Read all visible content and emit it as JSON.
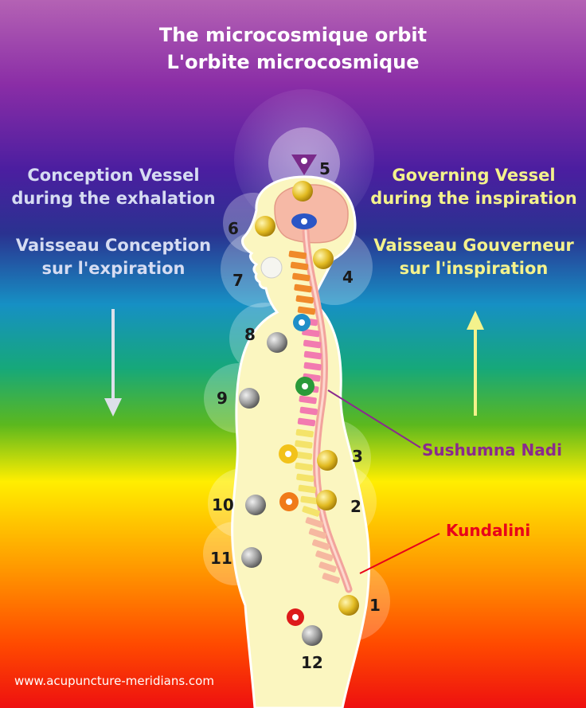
{
  "title": {
    "line1": "The microcosmique orbit",
    "line2": "L'orbite microcosmique"
  },
  "left": {
    "en_line1": "Conception Vessel",
    "en_line2": "during the exhalation",
    "fr_line1": "Vaisseau Conception",
    "fr_line2": "sur l'expiration"
  },
  "right": {
    "en_line1": "Governing Vessel",
    "en_line2": "during the inspiration",
    "fr_line1": "Vaisseau Gouverneur",
    "fr_line2": "sur l'inspiration"
  },
  "points": {
    "p1": "1",
    "p2": "2",
    "p3": "3",
    "p4": "4",
    "p5": "5",
    "p6": "6",
    "p7": "7",
    "p8": "8",
    "p9": "9",
    "p10": "10",
    "p11": "11",
    "p12": "12"
  },
  "labels": {
    "sushumna": "Sushumna Nadi",
    "kundalini": "Kundalini"
  },
  "footer": {
    "url": "www.acupuncture-meridians.com"
  },
  "colors": {
    "sushumna_text": "#8a2a8e",
    "kundalini_text": "#e8001a",
    "body_fill": "#fbf6c0",
    "gold_point": "#d8b21a",
    "gray_point": "#8c8c8c"
  }
}
